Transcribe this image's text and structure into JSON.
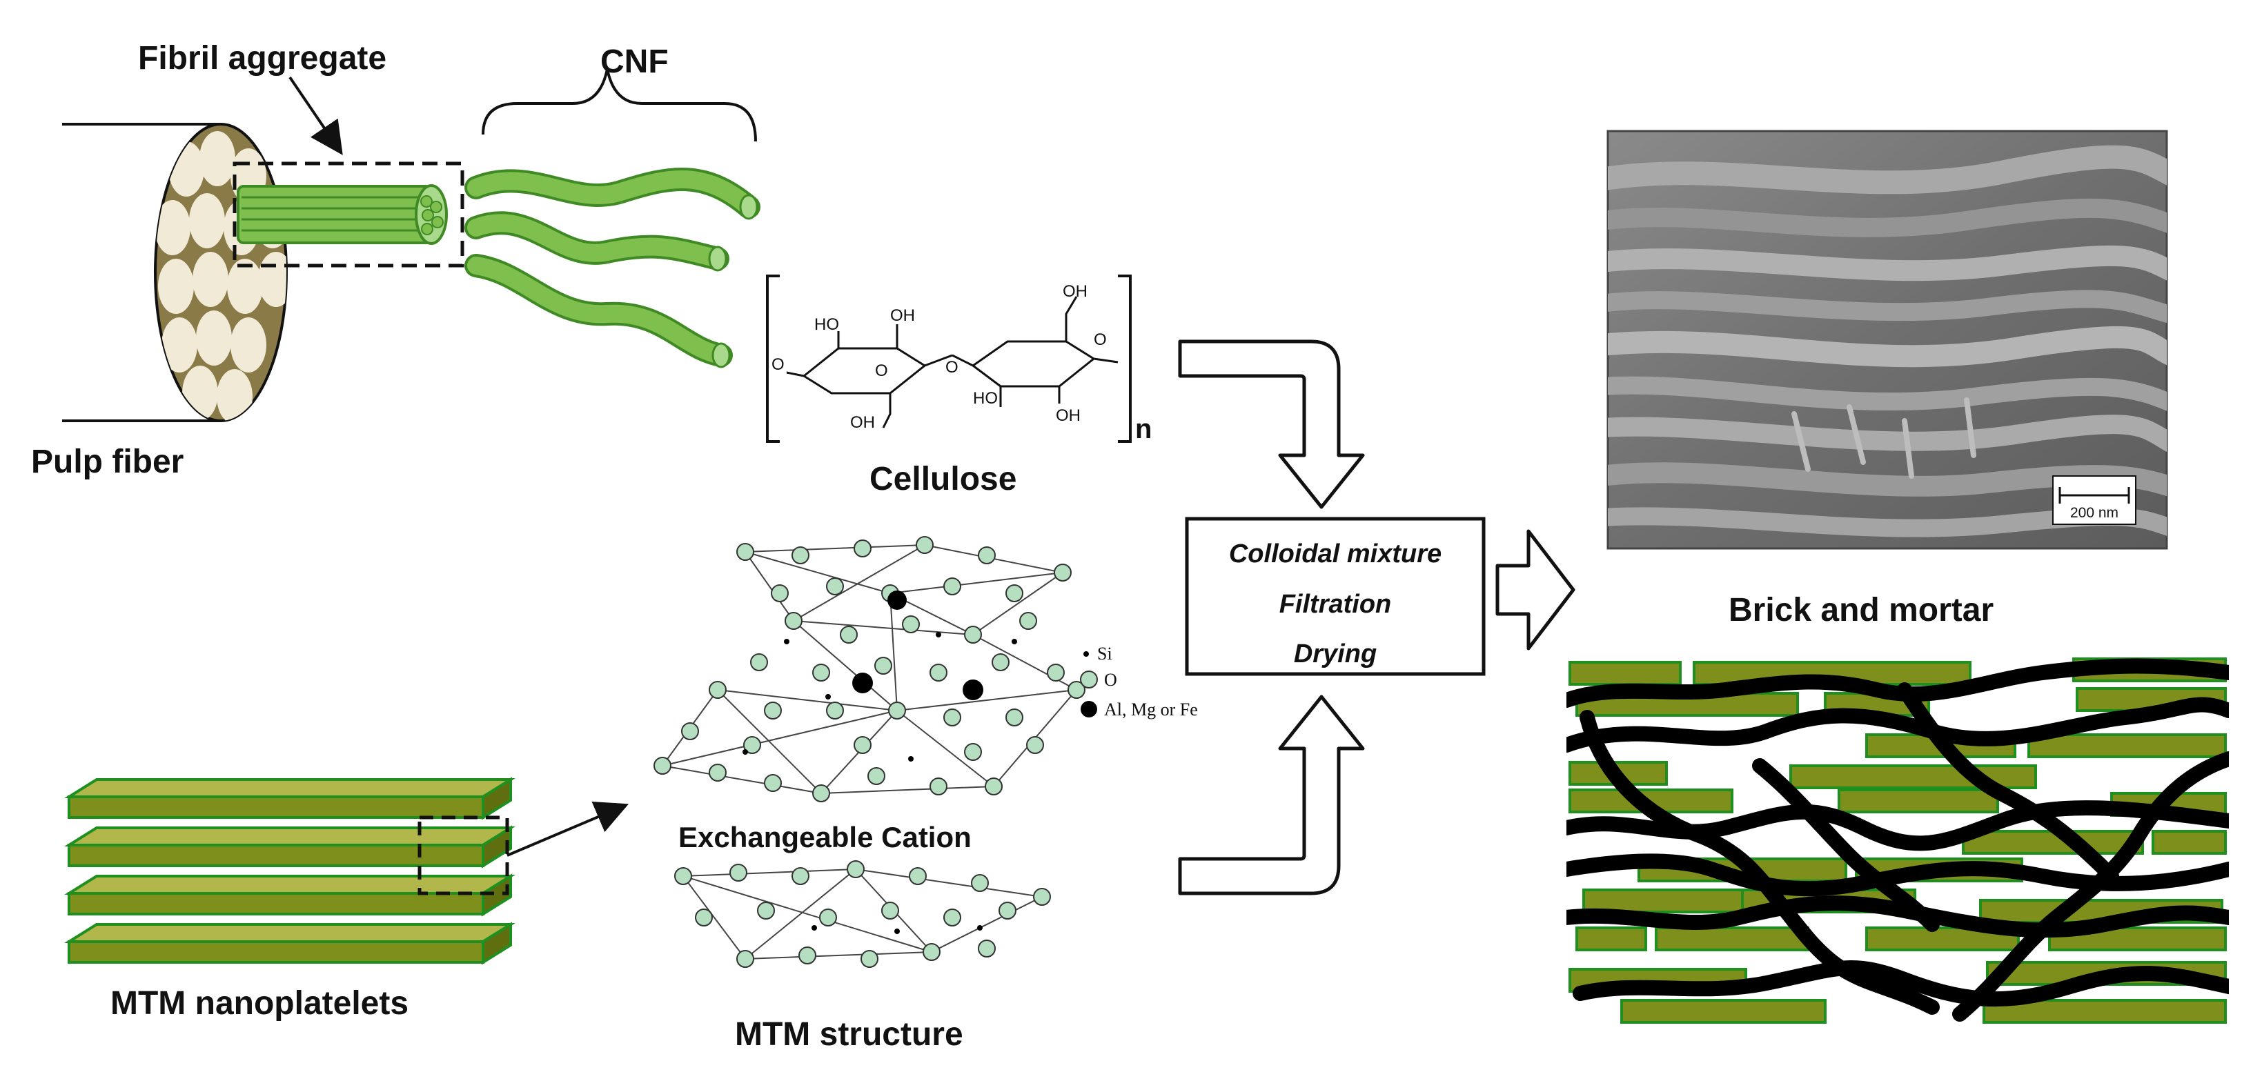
{
  "labels": {
    "fibril_aggregate": "Fibril aggregate",
    "cnf": "CNF",
    "pulp_fiber": "Pulp fiber",
    "cellulose": "Cellulose",
    "polymer_index": "n",
    "exchangeable_cation": "Exchangeable Cation",
    "mtm_nanoplatelets": "MTM nanoplatelets",
    "mtm_structure": "MTM structure",
    "brick_and_mortar": "Brick and mortar"
  },
  "cellulose_groups": [
    "HO",
    "OH",
    "O",
    "OH",
    "O",
    "HO",
    "OH",
    "O"
  ],
  "legend": {
    "si": "Si",
    "o": "O",
    "metal": "Al, Mg or Fe"
  },
  "process_steps": [
    "Colloidal mixture",
    "Filtration",
    "Drying"
  ],
  "sem_scale_bar": "200 nm",
  "colors": {
    "fiber_fill": "#8a7a48",
    "fibril_fill": "#f0ead6",
    "cnf_green": "#7fbf4d",
    "cnf_outline": "#3f8a25",
    "platelet_fill": "#7f8f1c",
    "platelet_edge": "#1f8f1f",
    "polymer_black": "#000000",
    "atom_fill": "#b5dfc0",
    "sem_background": "#6e6e6e"
  }
}
